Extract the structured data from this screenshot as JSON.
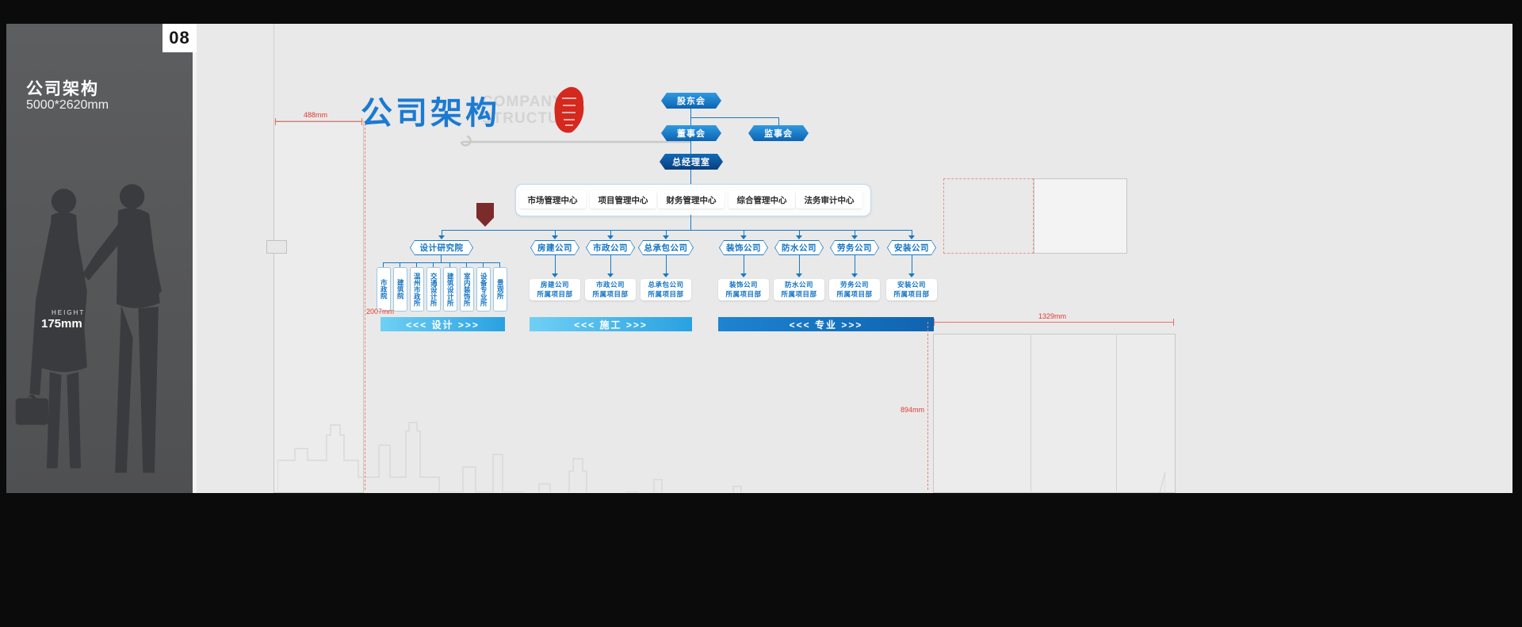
{
  "page_number": "08",
  "left_panel": {
    "title": "公司架构",
    "size": "5000*2620mm",
    "height_label": "HEIGHT",
    "height_value": "175mm"
  },
  "header": {
    "title": "公司架构",
    "subtitle_line1": "COMPANY",
    "subtitle_line2": "STRUCTURE"
  },
  "org_chart": {
    "shareholders": "股东会",
    "board_of_directors": "董事会",
    "supervisory_board": "监事会",
    "gm_office": "总经理室",
    "centers": [
      "市场管理中心",
      "项目管理中心",
      "财务管理中心",
      "综合管理中心",
      "法务审计中心"
    ],
    "design_institute": "设计研究院",
    "design_departments": [
      "市政院",
      "建筑院",
      "温州市政所",
      "交通设计所",
      "建筑设计所",
      "室内装饰所",
      "设备专业所",
      "景观所"
    ],
    "companies": [
      "房建公司",
      "市政公司",
      "总承包公司",
      "装饰公司",
      "防水公司",
      "劳务公司",
      "安装公司"
    ],
    "project_departments": [
      {
        "line1": "房建公司",
        "line2": "所属项目部"
      },
      {
        "line1": "市政公司",
        "line2": "所属项目部"
      },
      {
        "line1": "总承包公司",
        "line2": "所属项目部"
      },
      {
        "line1": "装饰公司",
        "line2": "所属项目部"
      },
      {
        "line1": "防水公司",
        "line2": "所属项目部"
      },
      {
        "line1": "劳务公司",
        "line2": "所属项目部"
      },
      {
        "line1": "安装公司",
        "line2": "所属项目部"
      }
    ],
    "category_bars": [
      "<<< 设计 >>>",
      "<<< 施工 >>>",
      "<<< 专业 >>>"
    ]
  },
  "measurements": {
    "door_width": "488mm",
    "graphic_height": "2007mm",
    "right_width": "1329mm",
    "right_height": "894mm"
  },
  "colors": {
    "accent_blue": "#1374c4",
    "dark_blue": "#083f7e",
    "light_bar_blue": "#29a1e1",
    "annotation_red": "#e23a2e",
    "seal_red": "#d5281e",
    "wall_gray": "#e9e9e9",
    "panel_gray": "#58595b"
  }
}
